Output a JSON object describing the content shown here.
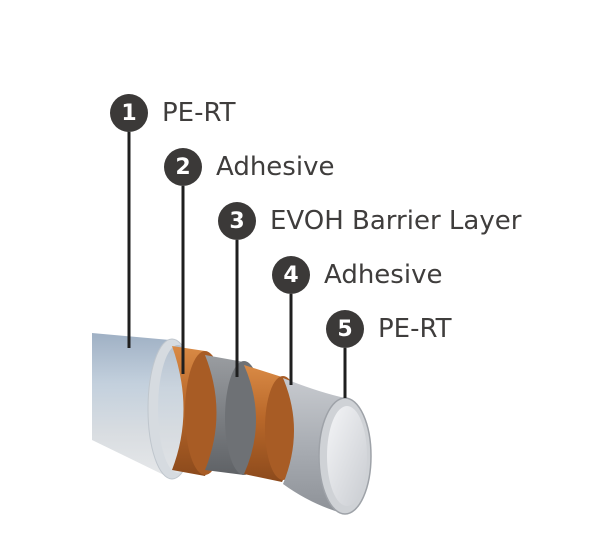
{
  "layers": [
    {
      "number": "1",
      "name": "PE-RT",
      "color": "#b3c3d4"
    },
    {
      "number": "2",
      "name": "Adhesive",
      "color": "#c4742f"
    },
    {
      "number": "3",
      "name": "EVOH Barrier Layer",
      "color": "#8a8d90"
    },
    {
      "number": "4",
      "name": "Adhesive",
      "color": "#c4742f"
    },
    {
      "number": "5",
      "name": "PE-RT",
      "color": "#c9ccd0"
    }
  ],
  "colors": {
    "badge": "#3b3938",
    "leader": "#1f1f1f",
    "text": "#3f3d3c"
  }
}
